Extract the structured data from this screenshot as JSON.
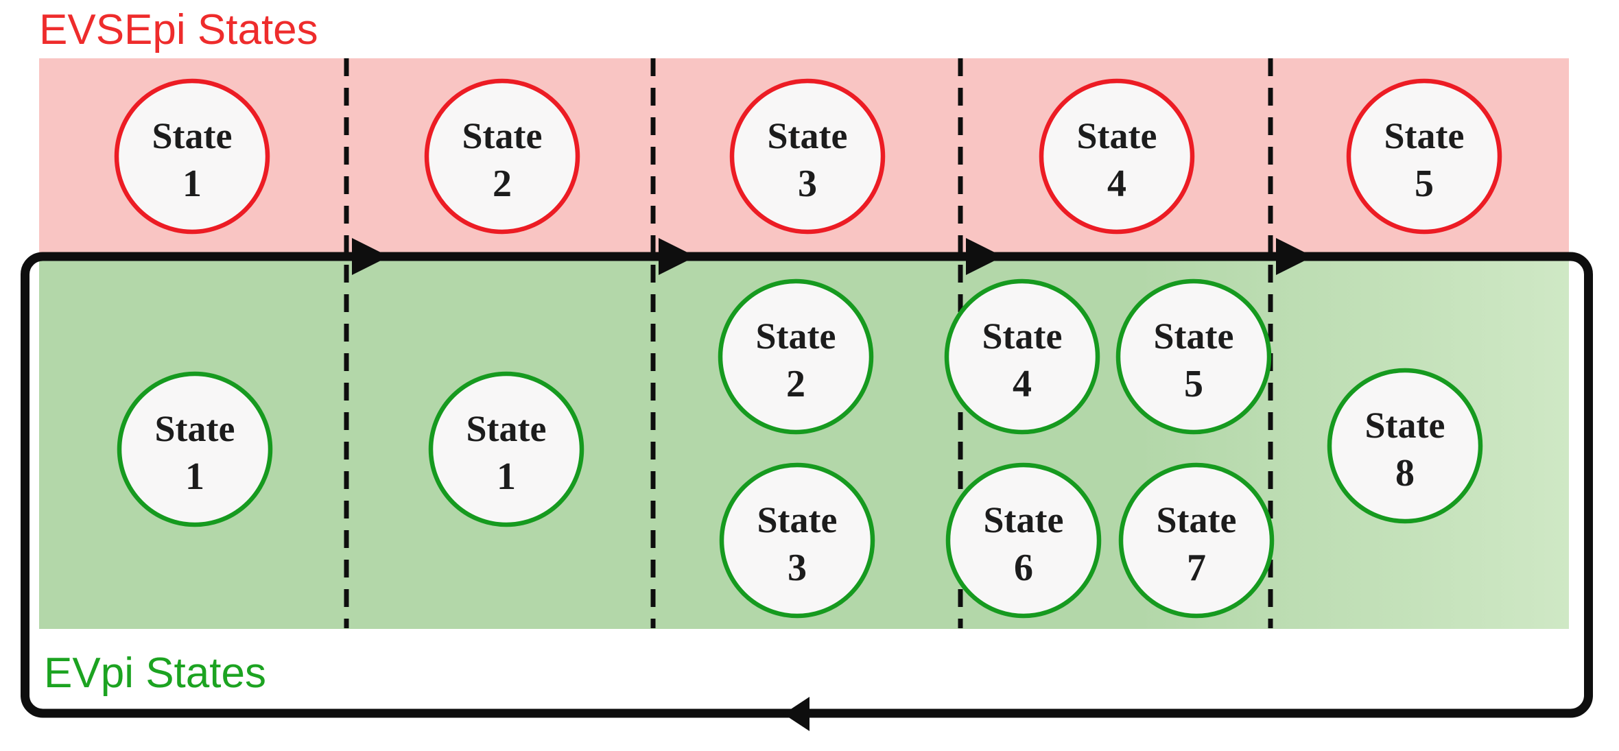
{
  "diagram": {
    "evsepi": {
      "label": "EVSEpi States",
      "states": [
        {
          "word": "State",
          "num": "1"
        },
        {
          "word": "State",
          "num": "2"
        },
        {
          "word": "State",
          "num": "3"
        },
        {
          "word": "State",
          "num": "4"
        },
        {
          "word": "State",
          "num": "5"
        }
      ]
    },
    "evpi": {
      "label": "EVpi States",
      "states": [
        {
          "word": "State",
          "num": "1"
        },
        {
          "word": "State",
          "num": "1"
        },
        {
          "word": "State",
          "num": "2"
        },
        {
          "word": "State",
          "num": "3"
        },
        {
          "word": "State",
          "num": "4"
        },
        {
          "word": "State",
          "num": "5"
        },
        {
          "word": "State",
          "num": "6"
        },
        {
          "word": "State",
          "num": "7"
        },
        {
          "word": "State",
          "num": "8"
        }
      ]
    },
    "colors": {
      "band_pink": "#f9c5c3",
      "red_stroke": "#ec1c24",
      "red_label": "#ee2c2c",
      "band_green": "#b3d7a9",
      "band_green_light": "#cfe8c5",
      "green_stroke": "#169a1f",
      "green_label": "#1ca321",
      "circle_fill": "#f8f7f7",
      "flow_line": "#0e0e0e"
    }
  }
}
